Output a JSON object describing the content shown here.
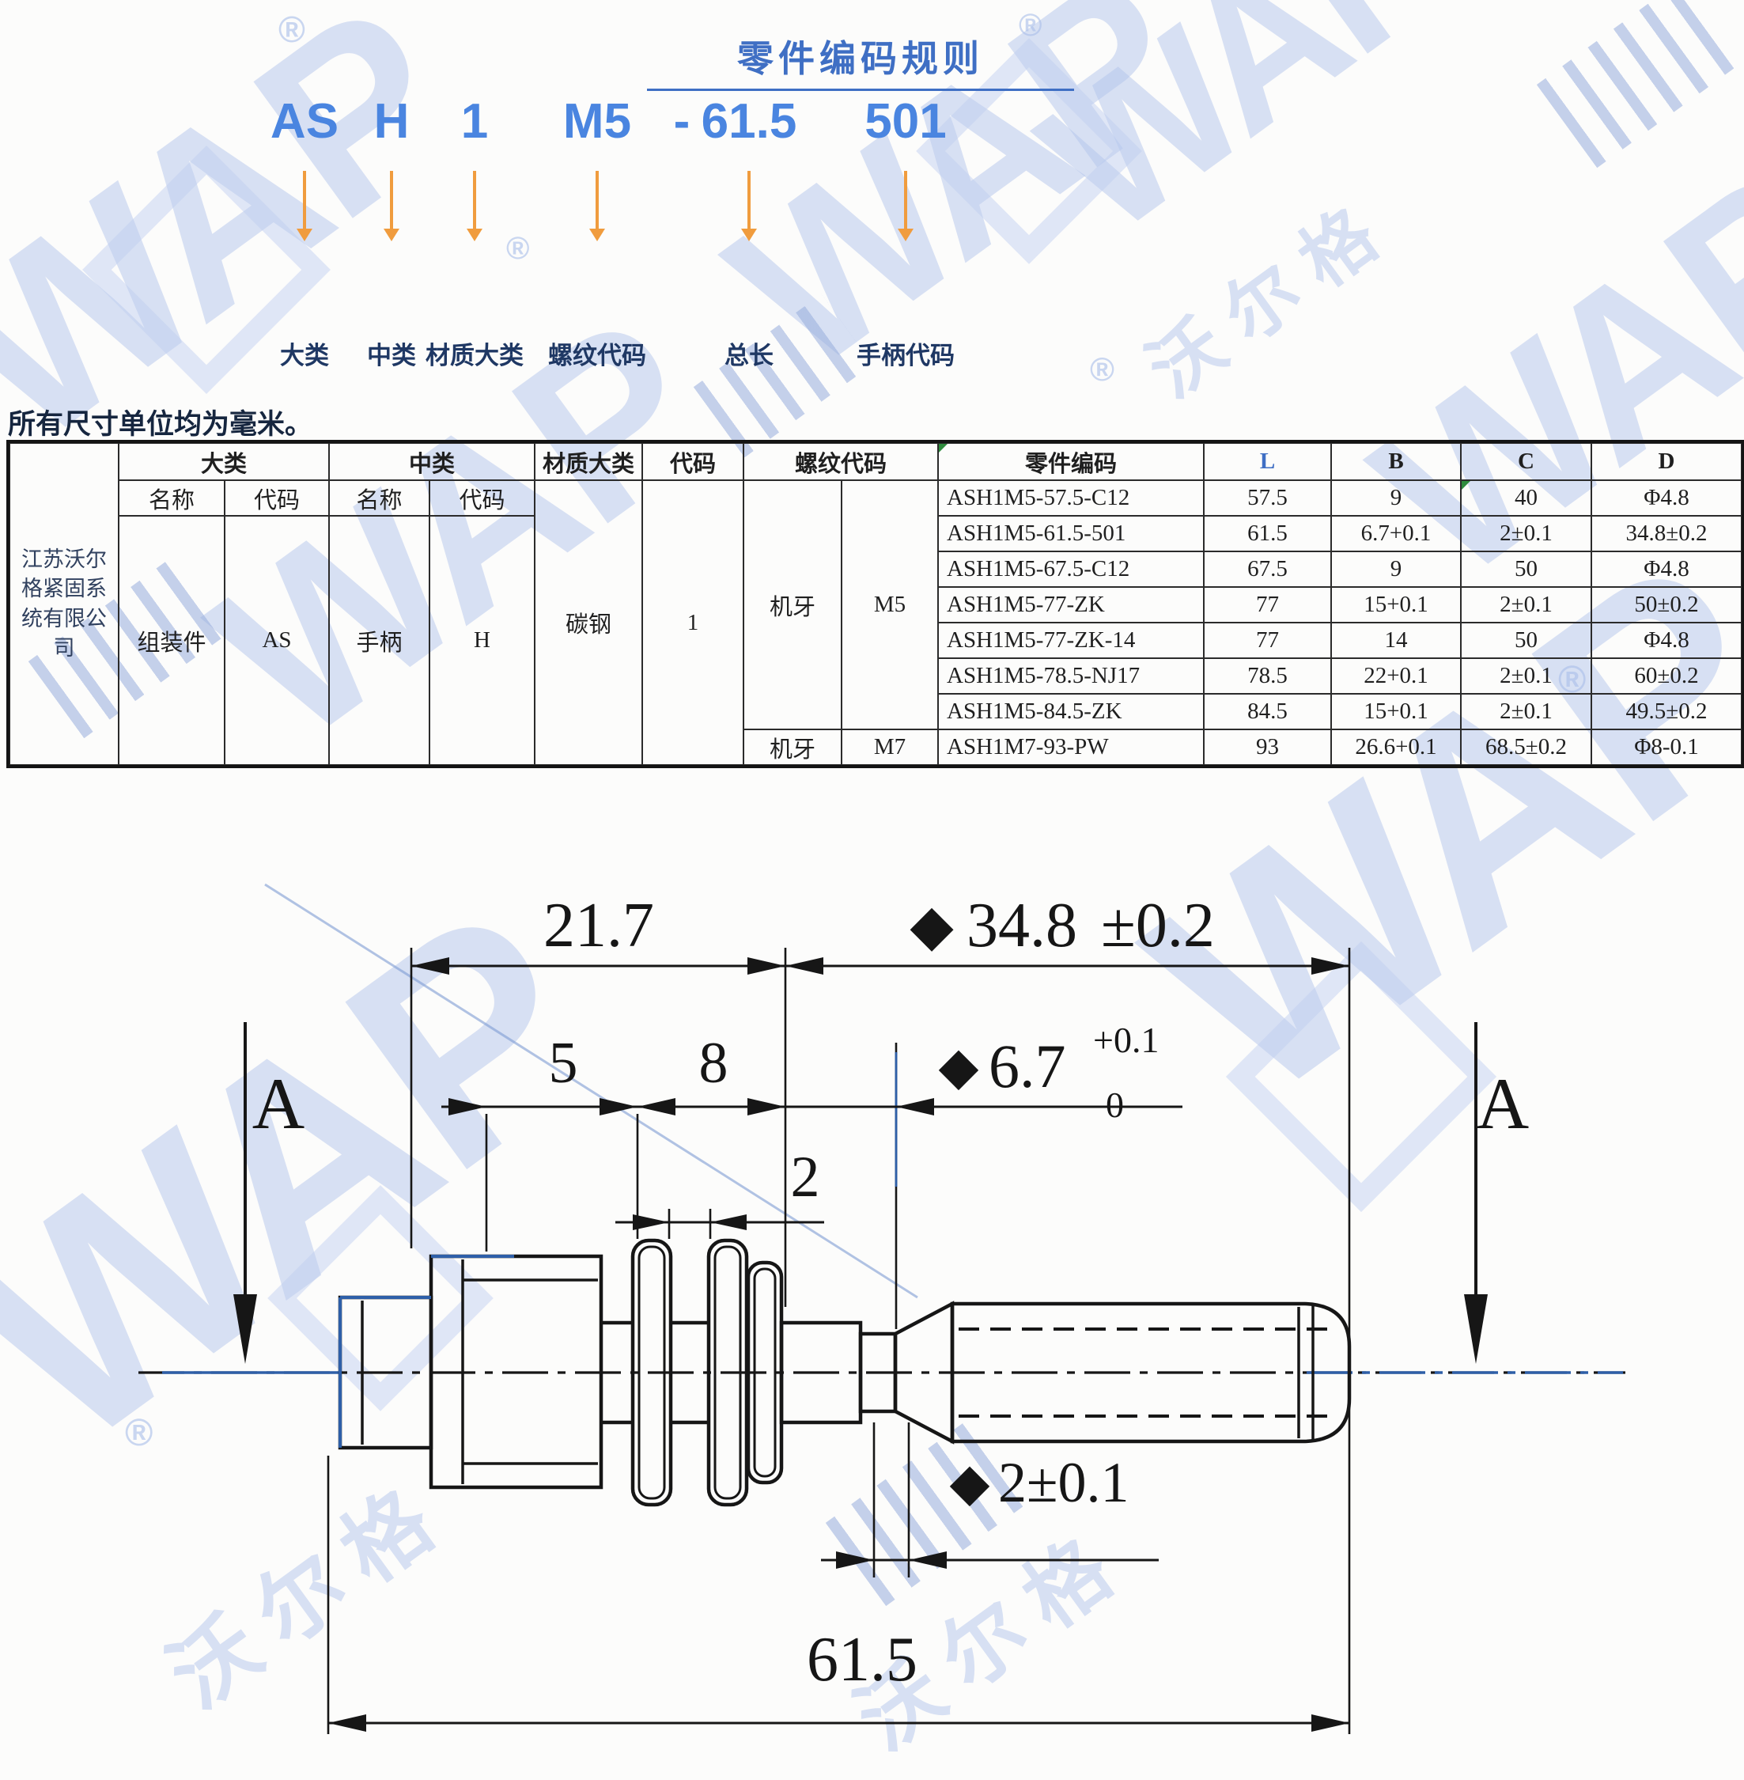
{
  "title": "零件编码规则",
  "code": {
    "segments": [
      {
        "text": "AS",
        "label": "大类"
      },
      {
        "text": "H",
        "label": "中类"
      },
      {
        "text": "1",
        "label": "材质大类"
      },
      {
        "text": "M5",
        "label": "螺纹代码"
      },
      {
        "text": "-",
        "label": ""
      },
      {
        "text": "61.5",
        "label": "总长"
      },
      {
        "text": "501",
        "label": "手柄代码"
      }
    ]
  },
  "note": "所有尺寸单位均为毫米。",
  "table": {
    "company": "江苏沃尔格紧固系统有限公司",
    "company_lines": [
      "江苏沃尔",
      "格紧固系",
      "统有限公",
      "司"
    ],
    "headers": {
      "da": "大类",
      "zhong": "中类",
      "caizhi": "材质大类",
      "daima": "代码",
      "luowen": "螺纹代码",
      "bianma": "零件编码",
      "L": "L",
      "B": "B",
      "C": "C",
      "D": "D",
      "name": "名称",
      "code": "代码"
    },
    "classification": {
      "da_name": "组装件",
      "da_code": "AS",
      "zhong_name": "手柄",
      "zhong_code": "H",
      "material": "碳钢",
      "material_code": "1"
    },
    "threads": {
      "m5_name": "机牙",
      "m5_code": "M5",
      "m7_name": "机牙",
      "m7_code": "M7"
    },
    "rows": [
      {
        "code": "ASH1M5-57.5-C12",
        "L": "57.5",
        "B": "9",
        "C": "40",
        "D": "Φ4.8"
      },
      {
        "code": "ASH1M5-61.5-501",
        "L": "61.5",
        "B": "6.7+0.1",
        "C": "2±0.1",
        "D": "34.8±0.2"
      },
      {
        "code": "ASH1M5-67.5-C12",
        "L": "67.5",
        "B": "9",
        "C": "50",
        "D": "Φ4.8"
      },
      {
        "code": "ASH1M5-77-ZK",
        "L": "77",
        "B": "15+0.1",
        "C": "2±0.1",
        "D": "50±0.2"
      },
      {
        "code": "ASH1M5-77-ZK-14",
        "L": "77",
        "B": "14",
        "C": "50",
        "D": "Φ4.8"
      },
      {
        "code": "ASH1M5-78.5-NJ17",
        "L": "78.5",
        "B": "22+0.1",
        "C": "2±0.1",
        "D": "60±0.2"
      },
      {
        "code": "ASH1M5-84.5-ZK",
        "L": "84.5",
        "B": "15+0.1",
        "C": "2±0.1",
        "D": "49.5±0.2"
      },
      {
        "code": "ASH1M7-93-PW",
        "L": "93",
        "B": "26.6+0.1",
        "C": "68.5±0.2",
        "D": "Φ8-0.1"
      }
    ]
  },
  "drawing": {
    "dims": {
      "top_left": "21.7",
      "top_right": "34.8",
      "top_right_tol": "±0.2",
      "seg_5": "5",
      "seg_8": "8",
      "b_value": "6.7",
      "b_sup": "+0.1",
      "b_sub": "0",
      "gap": "2",
      "washer": "2±0.1",
      "total": "61.5",
      "section": "A",
      "diamond": "◆"
    }
  },
  "watermark": {
    "wap": "WAP",
    "cn": "沃尔格",
    "reg": "®"
  }
}
